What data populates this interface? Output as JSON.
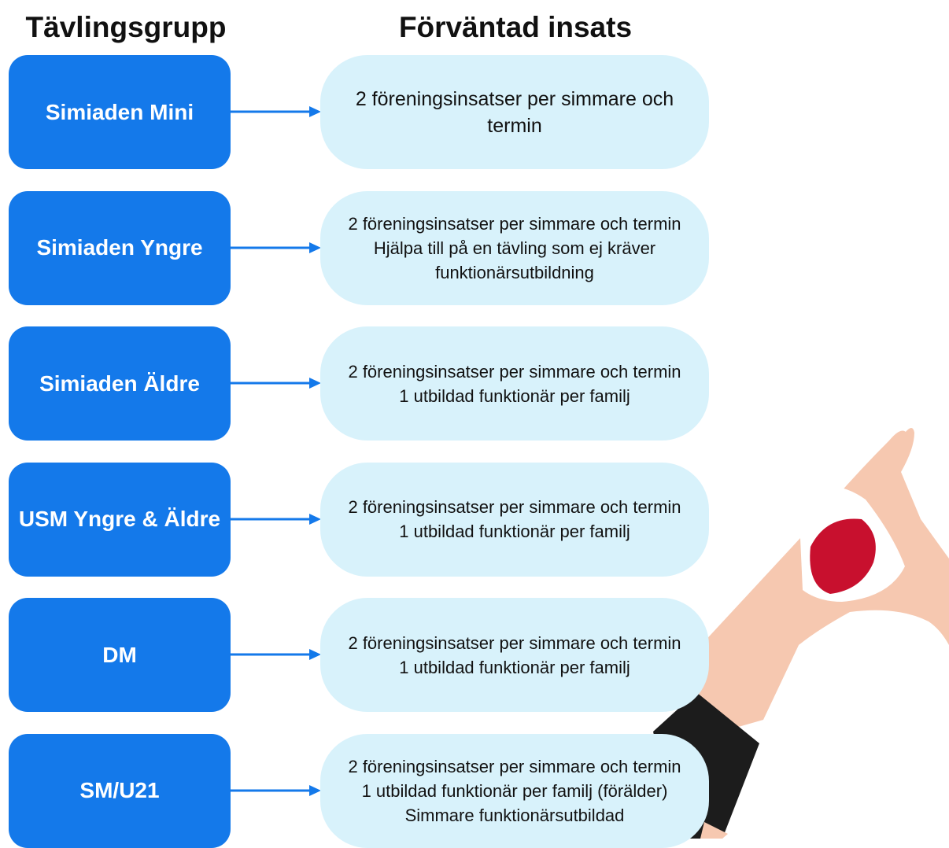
{
  "headers": {
    "group": "Tävlingsgrupp",
    "effort": "Förväntad insats"
  },
  "colors": {
    "group_box": "#1479ea",
    "effort_box": "#d8f2fb",
    "arrow": "#1479ea",
    "skin": "#f6c8b0",
    "cap": "#c8102e",
    "sleeve": "#1c1c1c"
  },
  "rows": [
    {
      "group": "Simiaden Mini",
      "effort": [
        "2 föreningsinsatser per simmare och",
        "termin"
      ]
    },
    {
      "group": "Simiaden Yngre",
      "effort": [
        "2 föreningsinsatser per simmare och termin",
        "Hjälpa till på en tävling som ej kräver",
        "funktionärsutbildning"
      ]
    },
    {
      "group": "Simiaden Äldre",
      "effort": [
        "2 föreningsinsatser per simmare och termin",
        "1 utbildad funktionär per familj"
      ]
    },
    {
      "group": "USM Yngre & Äldre",
      "effort": [
        "2 föreningsinsatser per simmare och termin",
        "1 utbildad funktionär per familj"
      ]
    },
    {
      "group": "DM",
      "effort": [
        "2 föreningsinsatser per simmare och termin",
        "1 utbildad funktionär per familj"
      ]
    },
    {
      "group": "SM/U21",
      "effort": [
        "2 föreningsinsatser per simmare och termin",
        "1 utbildad funktionär per familj (förälder)",
        "Simmare funktionärsutbildad"
      ]
    }
  ]
}
